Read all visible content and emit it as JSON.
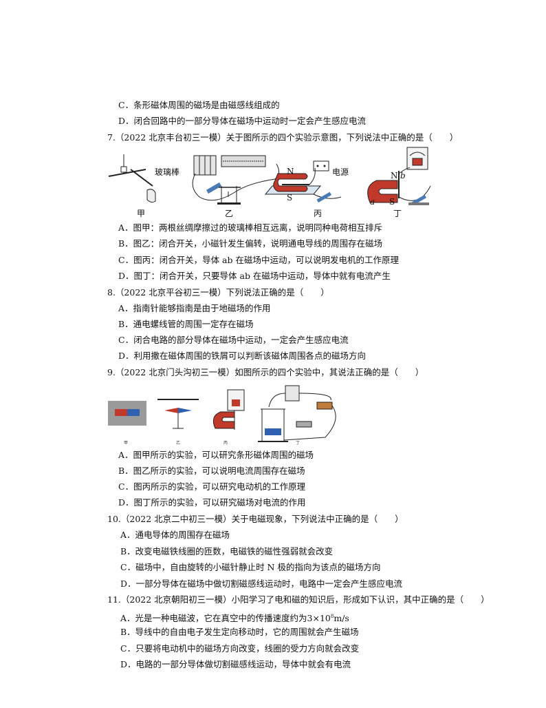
{
  "prev_question": {
    "opt_c": "C．条形磁体周围的磁场是由磁感线组成的",
    "opt_d": "D．闭合回路中的一部分导体在磁场中运动时一定会产生感应电流"
  },
  "q7": {
    "stem": "7.（2022 北京丰台初三一模）关于图所示的四个实验示意图，下列说法中正确的是（　　）",
    "figure": {
      "jia": "甲",
      "yi": "乙",
      "bing": "丙",
      "ding": "丁",
      "glass_rod": "玻璃棒",
      "power": "电源",
      "n1": "N",
      "s1": "S",
      "n2": "N",
      "s2": "S",
      "a": "a",
      "b": "b"
    },
    "options": [
      "A．图甲：两根丝绸摩擦过的玻璃棒相互远离，说明同种电荷相互排斥",
      "B．图乙：闭合开关，小磁针发生偏转，说明通电导线的周围存在磁场",
      "C．图丙：闭合开关，导体 ab 在磁场中运动，可以说明发电机的工作原理",
      "D．图丁：闭合开关，只要导体 ab 在磁场中运动，导体中就有电流产生"
    ]
  },
  "q8": {
    "stem": "8.（2022 北京平谷初三一模）下列说法正确的是（　　）",
    "options": [
      "A．指南针能够指南是由于地磁场的作用",
      "B．通电螺线管的周围一定存在磁场",
      "C．闭合电路的部分导体在磁场中运动，一定会产生感应电流",
      "D．利用撒在磁体周围的铁屑可以判断该磁体周围各点的磁场方向"
    ]
  },
  "q9": {
    "stem": "9.（2022 北京门头沟初三一模）如图所示的四个实验中，其说法正确的是（　　）",
    "figure": {
      "jia": "甲",
      "yi": "乙",
      "bing": "丙",
      "ding": "丁"
    },
    "options": [
      "A．图甲所示的实验，可以研究条形磁体周围的磁场",
      "B．图乙所示的实验，可以说明电流周围存在磁场",
      "C．图丙所示的实验，可以研究电动机的工作原理",
      "D．图丁所示的实验，可以研究磁场对电流的作用"
    ]
  },
  "q10": {
    "stem": "10.（2022 北京二中初三一模）关于电磁现象，下列说法中正确的是（　　）",
    "options": [
      "A．通电导体的周围存在磁场",
      "B．改变电磁铁线圈的匝数，电磁铁的磁性强弱就会改变",
      "C．磁场中，自由旋转的小磁针静止时 N 极的指向为该点的磁场方向",
      "D．一部分导体在磁场中做切割磁感线运动时，电路中一定会产生感应电流"
    ]
  },
  "q11": {
    "stem": "11.（2022 北京朝阳初三一模）小阳学习了电和磁的知识后，形成如下认识，其中正确的是（　　）",
    "opt_a_prefix": "A．光是一种电磁波，它在真空中的传播速度约为",
    "opt_a_value": "3×10",
    "opt_a_exp": "8",
    "opt_a_unit": "m/s",
    "options_rest": [
      "B．导线中的自由电子发生定向移动时，它的周围就会产生磁场",
      "C．只要将电动机中的磁场方向改变，线圈的受力方向就会改变",
      "D．电路的一部分导体做切割磁感线运动，导体中就会有电流"
    ]
  }
}
